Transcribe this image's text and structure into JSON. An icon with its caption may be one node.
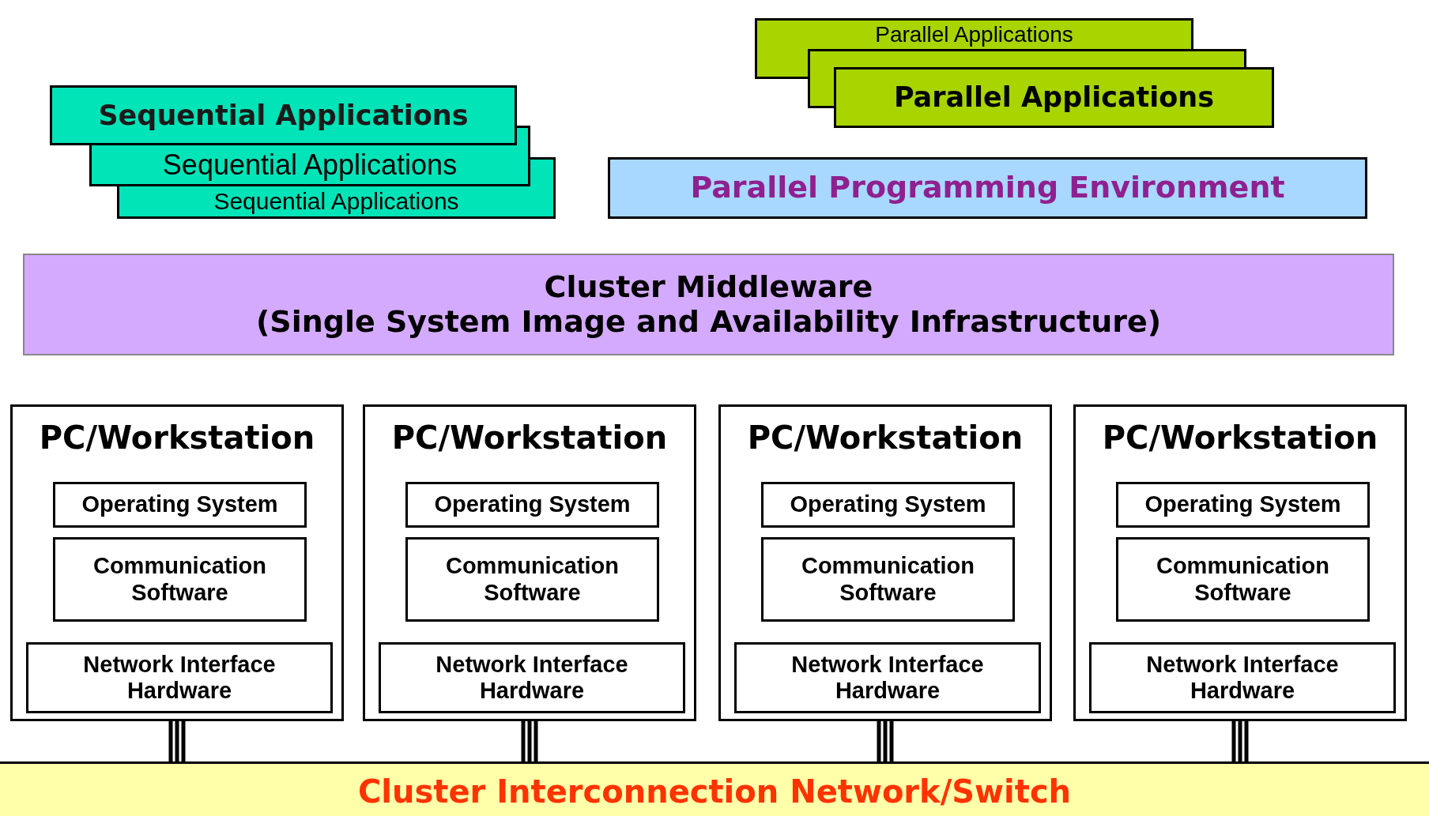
{
  "diagram": {
    "nodes": [
      {
        "text": [
          "Sequential Applications"
        ]
      },
      {
        "text": [
          "Sequential Applications"
        ]
      },
      {
        "text": [
          "Sequential Applications"
        ]
      },
      {
        "text": [
          "Parallel Applications"
        ]
      },
      {
        "text": [],
        "shape": "box"
      },
      {
        "text": [
          "Parallel Applications"
        ]
      },
      {
        "text": [
          "Parallel Programming Environment"
        ]
      },
      {
        "text": [
          "Cluster Middleware",
          "(Single System Image and Availability Infrastructure)"
        ]
      },
      {
        "text": [
          "PC/Workstation"
        ]
      },
      {
        "text": [
          "Operating System"
        ],
        "in": 8
      },
      {
        "text": [
          "Communication Software"
        ],
        "in": 8
      },
      {
        "text": [
          "Network Interface Hardware"
        ],
        "in": 8
      },
      {
        "text": [
          "PC/Workstation"
        ]
      },
      {
        "text": [
          "Operating System"
        ],
        "in": 12
      },
      {
        "text": [
          "Communication Software"
        ],
        "in": 12
      },
      {
        "text": [
          "Network Interface Hardware"
        ],
        "in": 12
      },
      {
        "text": [
          "PC/Workstation"
        ]
      },
      {
        "text": [
          "Operating System"
        ],
        "in": 16
      },
      {
        "text": [
          "Communication Software"
        ],
        "in": 16
      },
      {
        "text": [
          "Network Interface Hardware"
        ],
        "in": 16
      },
      {
        "text": [
          "PC/Workstation"
        ]
      },
      {
        "text": [
          "Operating System"
        ],
        "in": 20
      },
      {
        "text": [
          "Communication Software"
        ],
        "in": 20
      },
      {
        "text": [
          "Network Interface Hardware"
        ],
        "in": 20
      },
      {
        "text": [
          "Cluster Interconnection Network/Switch"
        ]
      }
    ],
    "edges": [
      {
        "from": 8,
        "to": 24,
        "arrow": "none"
      },
      {
        "from": 12,
        "to": 24,
        "arrow": "none"
      },
      {
        "from": 16,
        "to": 24,
        "arrow": "none"
      },
      {
        "from": 20,
        "to": 24,
        "arrow": "none"
      }
    ]
  }
}
